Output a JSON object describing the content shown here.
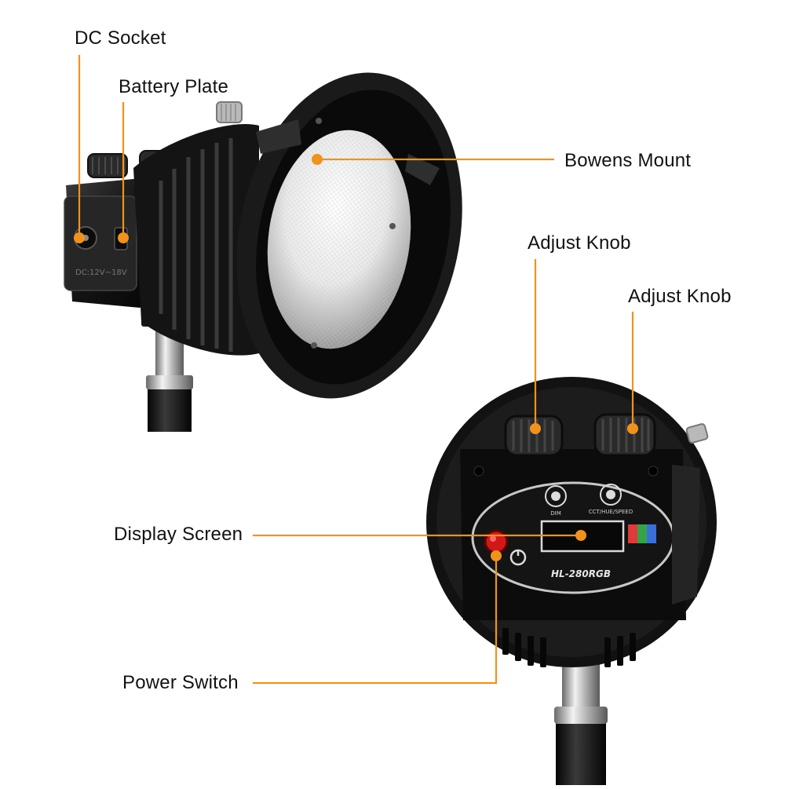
{
  "labels": {
    "dc_socket": "DC Socket",
    "battery_plate": "Battery Plate",
    "bowens_mount": "Bowens Mount",
    "adjust_knob_1": "Adjust Knob",
    "adjust_knob_2": "Adjust Knob",
    "display_screen": "Display Screen",
    "power_switch": "Power Switch"
  },
  "device": {
    "dial_1_label": "DIM",
    "dial_2_label": "CCT/HUE/SPEED",
    "model": "HL-280RGB",
    "input_rating": "DC:12V~18V"
  },
  "colors": {
    "callout": "#F0921E",
    "body": "#151515",
    "background": "#FFFFFF"
  }
}
